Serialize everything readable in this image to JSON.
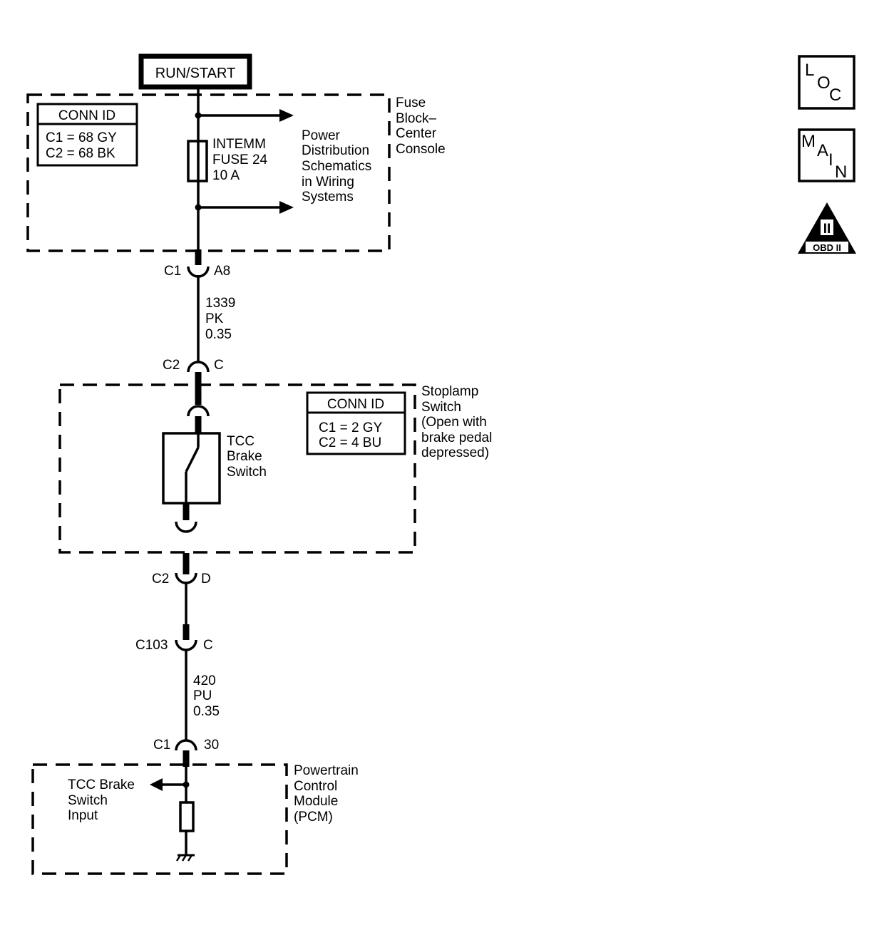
{
  "power_source": {
    "label": "RUN/START"
  },
  "fuse_block": {
    "name_lines": [
      "Fuse",
      "Block–",
      "Center",
      "Console"
    ],
    "conn_id": {
      "title": "CONN ID",
      "lines": [
        "C1 = 68 GY",
        "C2 = 68 BK"
      ]
    },
    "fuse_lines": [
      "INTEMM",
      "FUSE 24",
      "10 A"
    ],
    "reference_lines": [
      "Power",
      "Distribution",
      "Schematics",
      "in Wiring",
      "Systems"
    ]
  },
  "connectors": {
    "c1_a8": {
      "left": "C1",
      "right": "A8"
    },
    "c2_c": {
      "left": "C2",
      "right": "C"
    },
    "c2_d": {
      "left": "C2",
      "right": "D"
    },
    "c103_c": {
      "left": "C103",
      "right": "C"
    },
    "c1_30": {
      "left": "C1",
      "right": "30"
    }
  },
  "wire_1339": {
    "lines": [
      "1339",
      "PK",
      "0.35"
    ]
  },
  "stoplamp_switch": {
    "name_lines": [
      "Stoplamp",
      "Switch",
      "(Open with",
      "brake pedal",
      "depressed)"
    ],
    "conn_id": {
      "title": "CONN ID",
      "lines": [
        "C1 = 2 GY",
        "C2 = 4 BU"
      ]
    },
    "switch_lines": [
      "TCC",
      "Brake",
      "Switch"
    ]
  },
  "wire_420": {
    "lines": [
      "420",
      "PU",
      "0.35"
    ]
  },
  "pcm": {
    "name_lines": [
      "Powertrain",
      "Control",
      "Module",
      "(PCM)"
    ],
    "input_lines": [
      "TCC Brake",
      "Switch",
      "Input"
    ]
  },
  "side_icons": {
    "loc": [
      "L",
      "O",
      "C"
    ],
    "main": [
      "M",
      "A",
      "I",
      "N"
    ],
    "obd": {
      "numeral": "II",
      "label": "OBD II"
    }
  }
}
